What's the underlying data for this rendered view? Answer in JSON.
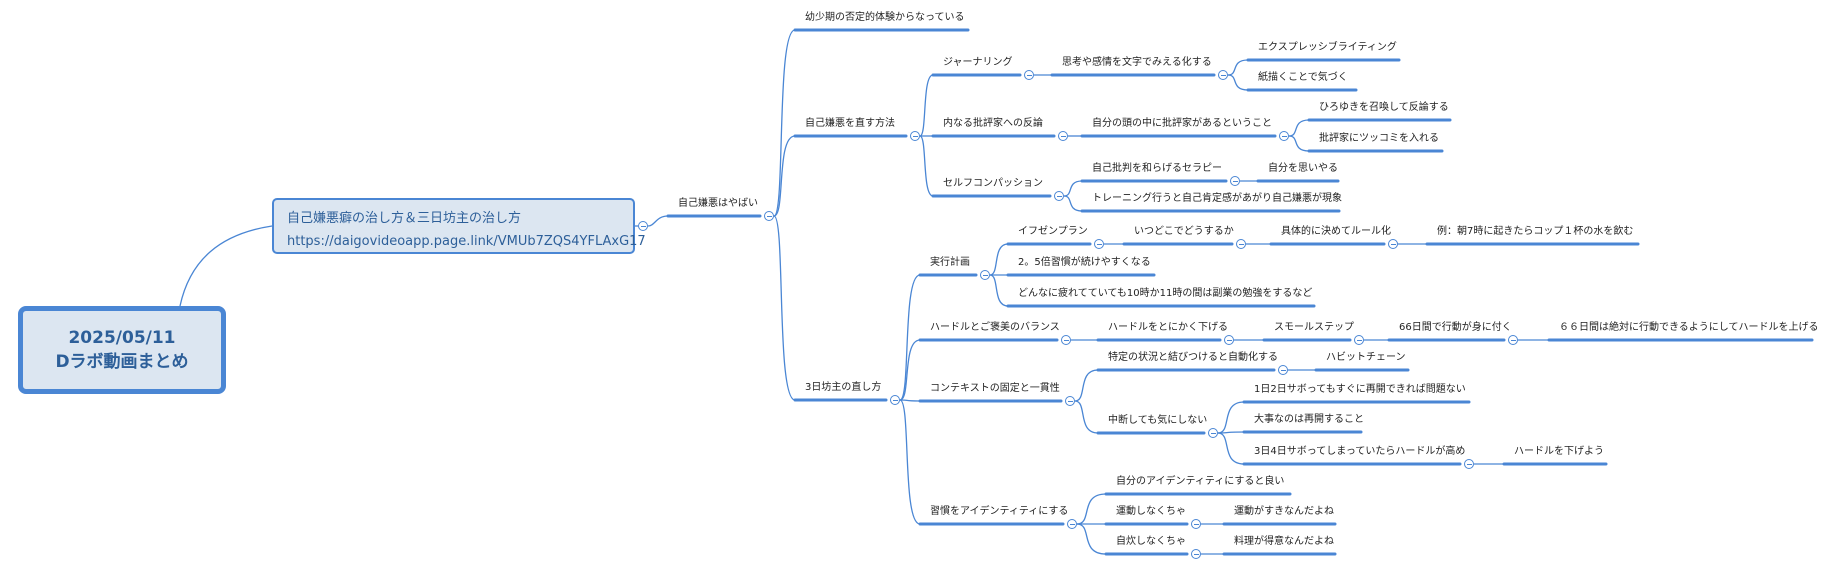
{
  "root": {
    "date": "2025/05/11",
    "title": "Dラボ動画まとめ"
  },
  "main_topic": {
    "title": "自己嫌悪癖の治し方＆三日坊主の治し方",
    "url": "https://daigovideoapp.page.link/VMUb7ZQS4YFLAxG17"
  },
  "nodes": {
    "jikoken_yabai": "自己嫌悪はやばい",
    "youshouki": "幼少期の否定的体験からなっている",
    "naosu_houhou": "自己嫌悪を直す方法",
    "journaling": "ジャーナリング",
    "shikou_moji": "思考や感情を文字でみえる化する",
    "expressive": "エクスプレッシブライティング",
    "kamigaki": "紙描くことで気づく",
    "naru_hihyouka": "内なる批評家への反論",
    "atama_no_naka": "自分の頭の中に批評家があるということ",
    "hiroyuki": "ひろゆきを召喚して反論する",
    "tsukkomi": "批評家にツッコミを入れる",
    "self_compassion": "セルフコンパッション",
    "jiko_hihan": "自己批判を和らげるセラピー",
    "omoiyaru": "自分を思いやる",
    "training": "トレーニング行うと自己肯定感があがり自己嫌悪が現象",
    "mikka_bouzu": "3日坊主の直し方",
    "jikkou_keikaku": "実行計画",
    "if_then": "イフゼンプラン",
    "itsu_doko": "いつどこでどうするか",
    "gutaiteki": "具体的に決めてルール化",
    "rei_asa": "例：朝7時に起きたらコップ１杯の水を飲む",
    "go_bai": "2。5倍習慣が続けやすくなる",
    "donnani": "どんなに疲れてていても10時か11時の間は副業の勉強をするなど",
    "hurdle_gohoubi": "ハードルとご褒美のバランス",
    "hurdle_sageru": "ハードルをとにかく下げる",
    "small_step": "スモールステップ",
    "rokujuroku": "66日間で行動が身に付く",
    "rokujuroku_zettai": "６６日間は絶対に行動できるようにしてハードルを上げる",
    "context": "コンテキストの固定と一貫性",
    "tokutei": "特定の状況と結びつけると自動化する",
    "habit_chain": "ハビットチェーン",
    "chudan": "中断しても気にしない",
    "ichi_ni_nichi": "1日2日サボってもすぐに再開できれば問題ない",
    "daiji": "大事なのは再開すること",
    "san_yokka": "3日4日サボってしまっていたらハードルが高め",
    "hurdle_sageyou": "ハードルを下げよう",
    "shuukan_identity": "習慣をアイデンティティにする",
    "jibun_identity": "自分のアイデンティティにすると良い",
    "undou_shinakucha": "運動しなくちゃ",
    "undou_suki": "運動がすきなんだよね",
    "jisui_shinakucha": "自炊しなくちゃ",
    "ryouri_tokui": "料理が得意なんだよね"
  },
  "colors": {
    "accent": "#4a86d4",
    "root_fill": "#dce6f1",
    "root_text": "#2d5f99"
  }
}
